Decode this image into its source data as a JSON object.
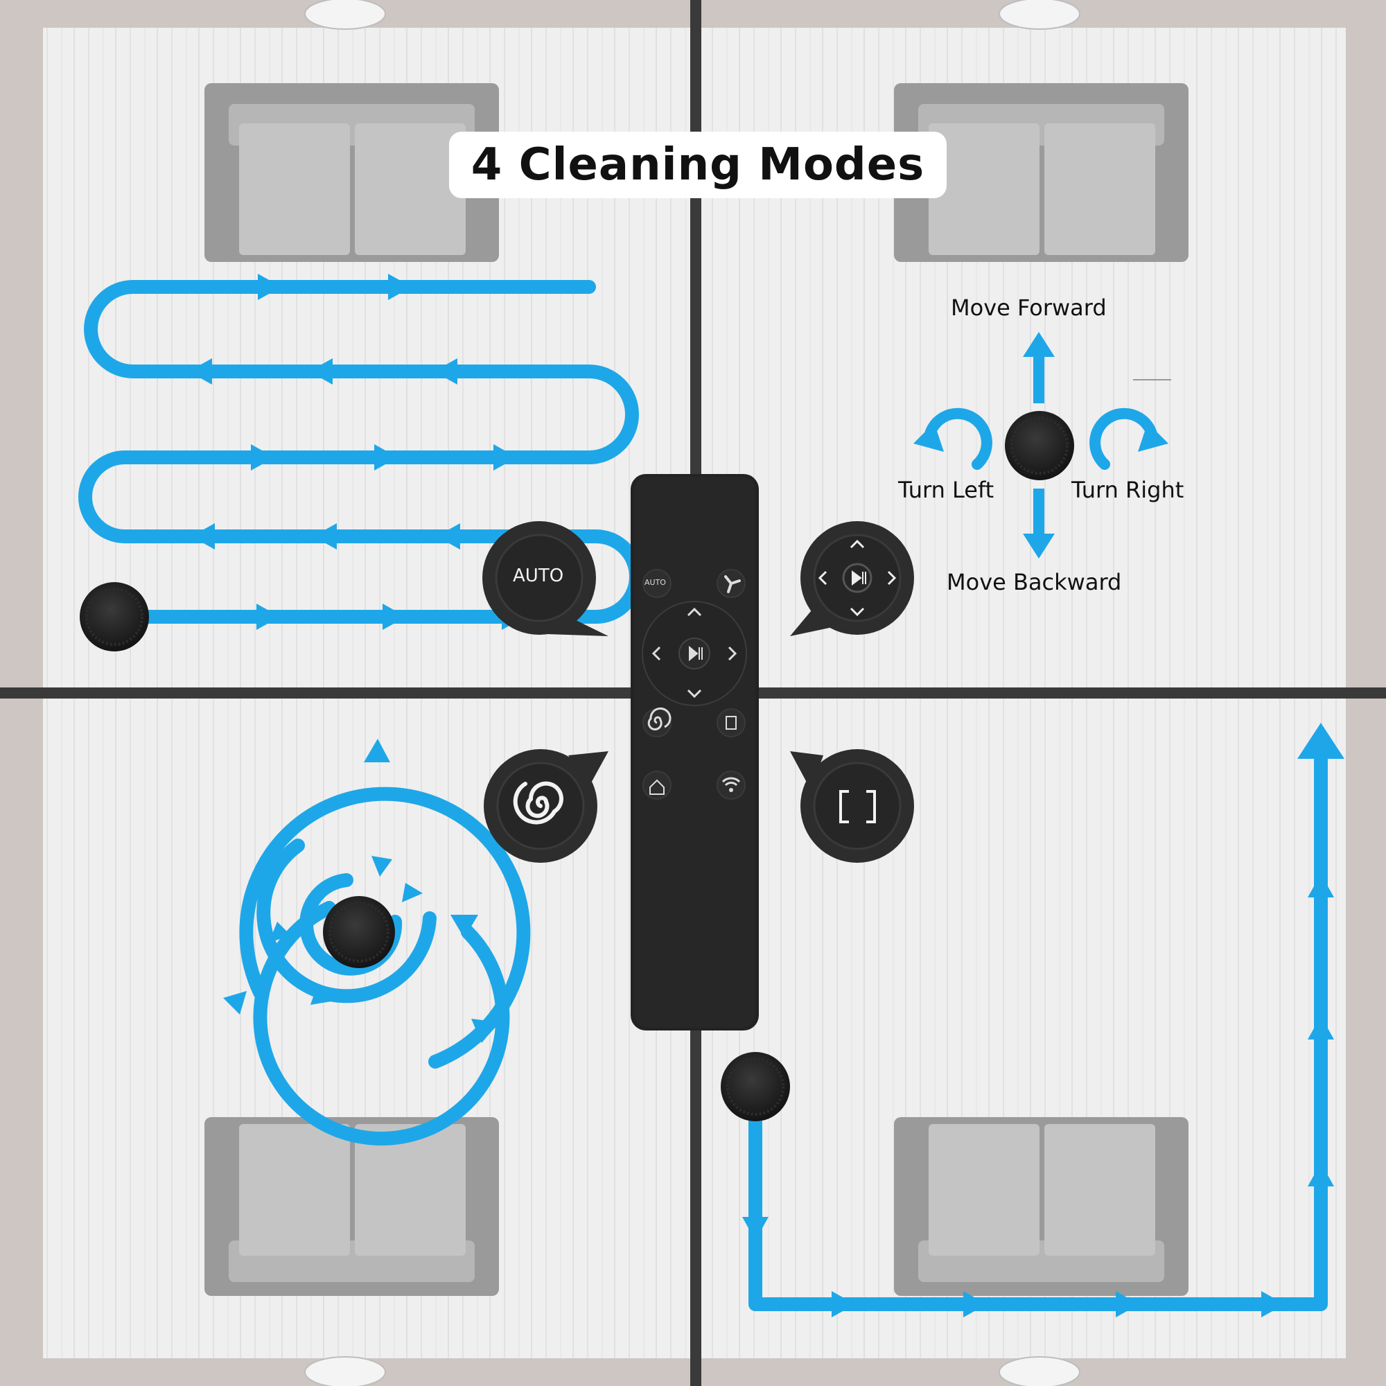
{
  "title": "4 Cleaning Modes",
  "remote": {
    "auto_label": "AUTO",
    "buttons": [
      "auto-button",
      "fan-icon",
      "up-arrow",
      "down-arrow",
      "left-arrow",
      "right-arrow",
      "play-pause-icon",
      "spiral-icon",
      "edge-icon",
      "home-icon",
      "wifi-icon"
    ]
  },
  "callouts": {
    "auto_label": "AUTO"
  },
  "directions": {
    "forward": "Move Forward",
    "backward": "Move Backward",
    "left": "Turn Left",
    "right": "Turn Right"
  },
  "colors": {
    "path_blue": "#1ea7e8",
    "robot_black": "#1f1f1f",
    "remote_black": "#222222",
    "floor": "#eeeeee",
    "divider": "#3a3a3a",
    "sofa": "#9e9e9e"
  }
}
